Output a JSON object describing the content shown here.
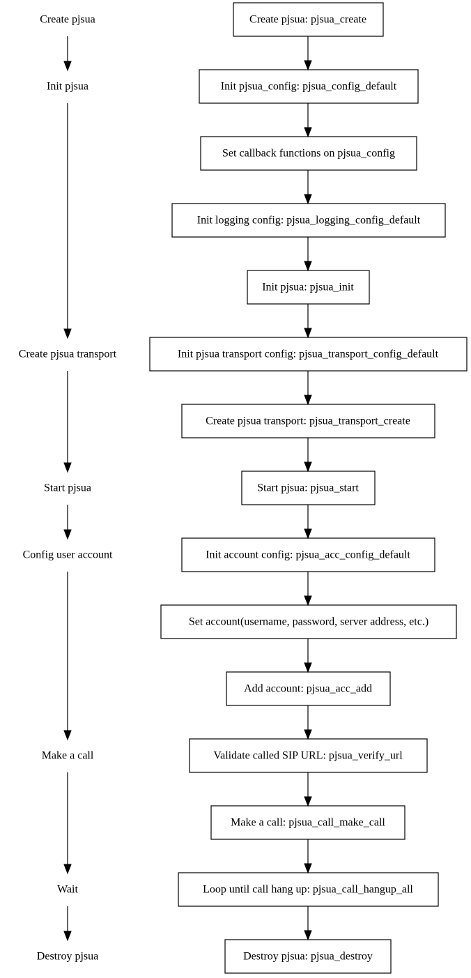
{
  "stages": [
    "Create pjsua",
    "Init pjsua",
    "Create pjsua transport",
    "Start pjsua",
    "Config user account",
    "Make a call",
    "Wait",
    "Destroy pjsua"
  ],
  "steps": [
    "Create pjsua: pjsua_create",
    "Init pjsua_config: pjsua_config_default",
    "Set callback functions on pjsua_config",
    "Init logging config: pjsua_logging_config_default",
    "Init pjsua: pjsua_init",
    "Init pjsua transport config: pjsua_transport_config_default",
    "Create pjsua transport: pjsua_transport_create",
    "Start pjsua: pjsua_start",
    "Init account config: pjsua_acc_config_default",
    "Set account(username, password, server address, etc.)",
    "Add account: pjsua_acc_add",
    "Validate called SIP URL: pjsua_verify_url",
    "Make a call: pjsua_call_make_call",
    "Loop until call hang up: pjsua_call_hangup_all",
    "Destroy pjsua: pjsua_destroy"
  ]
}
